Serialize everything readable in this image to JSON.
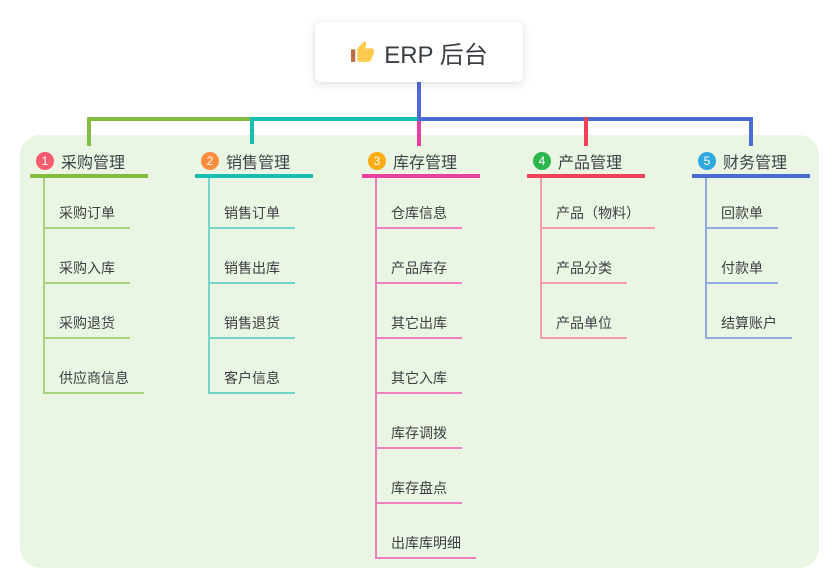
{
  "root": {
    "title": "ERP 后台",
    "icon": "thumbs-up"
  },
  "branches": [
    {
      "number": "1",
      "title": "采购管理",
      "badge_color": "#F75D6E",
      "line_color": "#82BC40",
      "child_line_color": "#ABD37D",
      "children": [
        "采购订单",
        "采购入库",
        "采购退货",
        "供应商信息"
      ]
    },
    {
      "number": "2",
      "title": "销售管理",
      "badge_color": "#FB8E3E",
      "line_color": "#16BFB2",
      "child_line_color": "#73D5C9",
      "children": [
        "销售订单",
        "销售出库",
        "销售退货",
        "客户信息"
      ]
    },
    {
      "number": "3",
      "title": "库存管理",
      "badge_color": "#FBAC15",
      "line_color": "#E8409E",
      "child_line_color": "#F07DBD",
      "children": [
        "仓库信息",
        "产品库存",
        "其它出库",
        "其它入库",
        "库存调拨",
        "库存盘点",
        "出库库明细"
      ]
    },
    {
      "number": "4",
      "title": "产品管理",
      "badge_color": "#2EB54E",
      "line_color": "#F0415A",
      "child_line_color": "#F69CA5",
      "children": [
        "产品（物料）",
        "产品分类",
        "产品单位"
      ]
    },
    {
      "number": "5",
      "title": "财务管理",
      "badge_color": "#2FA7DF",
      "line_color": "#4A6CD4",
      "child_line_color": "#93A9E2",
      "children": [
        "回款单",
        "付款单",
        "结算账户"
      ]
    }
  ],
  "colors": {
    "trunk_line": "#5268D8",
    "canvas_background": "#EAF6E3",
    "root_text": "#3A3F45",
    "title_text": "#3E4347",
    "child_text": "#3C4043",
    "thumb": "#FDCB4D",
    "thumb_cuff": "#BF6B3F"
  }
}
